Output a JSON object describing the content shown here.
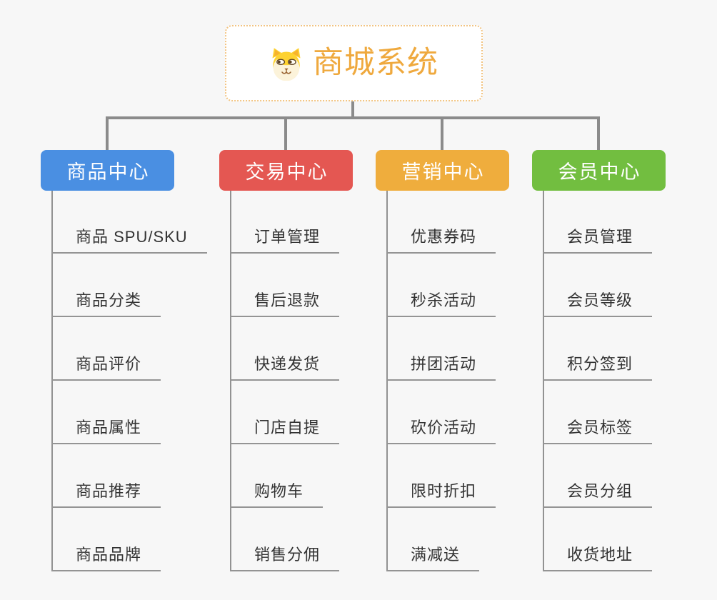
{
  "root": {
    "title": "商城系统",
    "icon": "shiba-dog-icon"
  },
  "branches": [
    {
      "label": "商品中心",
      "color": "#4a8fe2",
      "children": [
        "商品 SPU/SKU",
        "商品分类",
        "商品评价",
        "商品属性",
        "商品推荐",
        "商品品牌"
      ]
    },
    {
      "label": "交易中心",
      "color": "#e45752",
      "children": [
        "订单管理",
        "售后退款",
        "快递发货",
        "门店自提",
        "购物车",
        "销售分佣"
      ]
    },
    {
      "label": "营销中心",
      "color": "#efad3d",
      "children": [
        "优惠券码",
        "秒杀活动",
        "拼团活动",
        "砍价活动",
        "限时折扣",
        "满减送"
      ]
    },
    {
      "label": "会员中心",
      "color": "#72be40",
      "children": [
        "会员管理",
        "会员等级",
        "积分签到",
        "会员标签",
        "会员分组",
        "收货地址"
      ]
    }
  ],
  "colors": {
    "canvas_bg": "#f7f7f7",
    "connector": "#8b8b8b",
    "leaf_line": "#949494",
    "leaf_text": "#333333",
    "root_border": "#f2c482",
    "root_text": "#efa93e"
  }
}
